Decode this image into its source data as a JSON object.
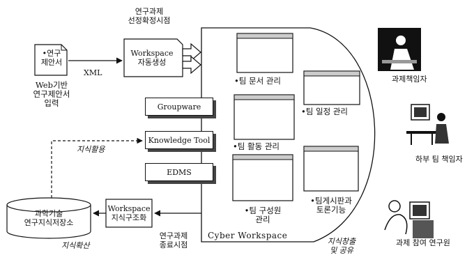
{
  "proposal_doc": {
    "line1": "•연구",
    "line2": "제안서"
  },
  "web_proposal_caption": {
    "line1": "Web기반",
    "line2": "연구제안서",
    "line3": "입력"
  },
  "xml_label": "XML",
  "select_time": {
    "line1": "연구과제",
    "line2": "선정확정시점"
  },
  "workspace_auto": {
    "line1": "Workspace",
    "line2": "자동생성"
  },
  "tools": {
    "groupware": "Groupware",
    "knowledge_tool": "Knowledge Tool",
    "edms": "EDMS"
  },
  "knowledge_use": "지식활용",
  "knowledge_store": {
    "line1": "과학기술",
    "line2": "연구지식저장소"
  },
  "workspace_struct": {
    "line1": "Workspace",
    "line2": "지식구조화"
  },
  "knowledge_spread": "지식확산",
  "end_time": {
    "line1": "연구과제",
    "line2": "종료시점"
  },
  "cyber_workspace": "Cyber Workspace",
  "knowledge_create": {
    "line1": "지식창출",
    "line2": "및 공유"
  },
  "modules": {
    "team_docs": "•팀 문서 관리",
    "team_schedule": "•팀 일정 관리",
    "team_activity": "•팀 활동 관리",
    "team_members": {
      "line1": "•팀 구성원",
      "line2": "관리"
    },
    "team_board": {
      "line1": "•팀게시판과",
      "line2": "토론기능"
    }
  },
  "roles": {
    "project_lead": "과제책임자",
    "subteam_lead": "하부 팀 책임자",
    "researcher": "과제 참여 연구원"
  }
}
